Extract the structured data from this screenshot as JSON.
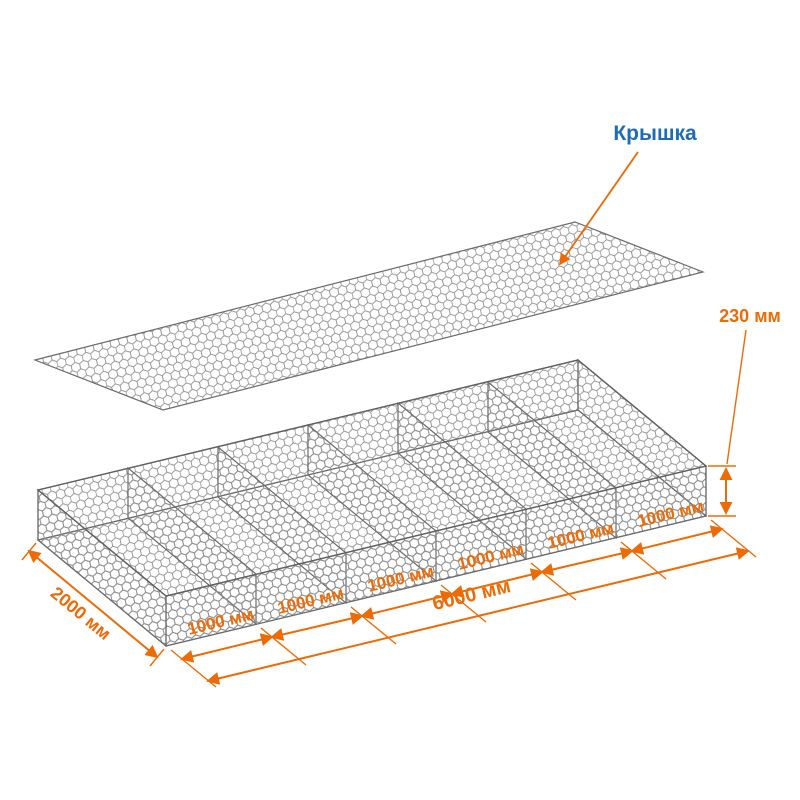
{
  "diagram": {
    "lid_label": "Крышка",
    "height_label": "230 мм",
    "length_label": "6000 мм",
    "width_label": "2000 мм",
    "compartment_labels": [
      "1000 мм",
      "1000 мм",
      "1000 мм",
      "1000 мм",
      "1000 мм",
      "1000 мм"
    ],
    "compartment_count": 6,
    "colors": {
      "dimension_orange": "#ED6B06",
      "label_blue": "#1E6CB5",
      "mesh_gray": "#8F8F8F"
    }
  }
}
